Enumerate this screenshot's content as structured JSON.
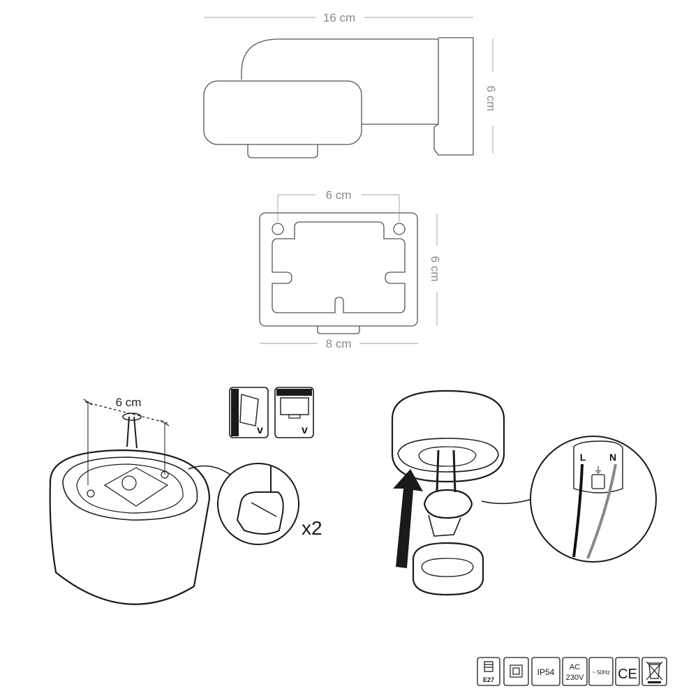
{
  "side_view": {
    "width_label": "16 cm",
    "height_label": "6 cm"
  },
  "plate_view": {
    "hole_spacing_label": "6 cm",
    "height_label": "6 cm",
    "width_label": "8 cm"
  },
  "install": {
    "drill_spacing_label": "6 cm",
    "drill_count_label": "x2",
    "orientation_check_1": "v",
    "orientation_check_2": "v"
  },
  "wiring": {
    "live_label": "L",
    "neutral_label": "N"
  },
  "specs": {
    "socket_label": "E27",
    "ip_rating": "IP54",
    "voltage_line1": "AC",
    "voltage_line2": "230V",
    "frequency": "~ 50Hz",
    "ce_mark": "CE"
  }
}
